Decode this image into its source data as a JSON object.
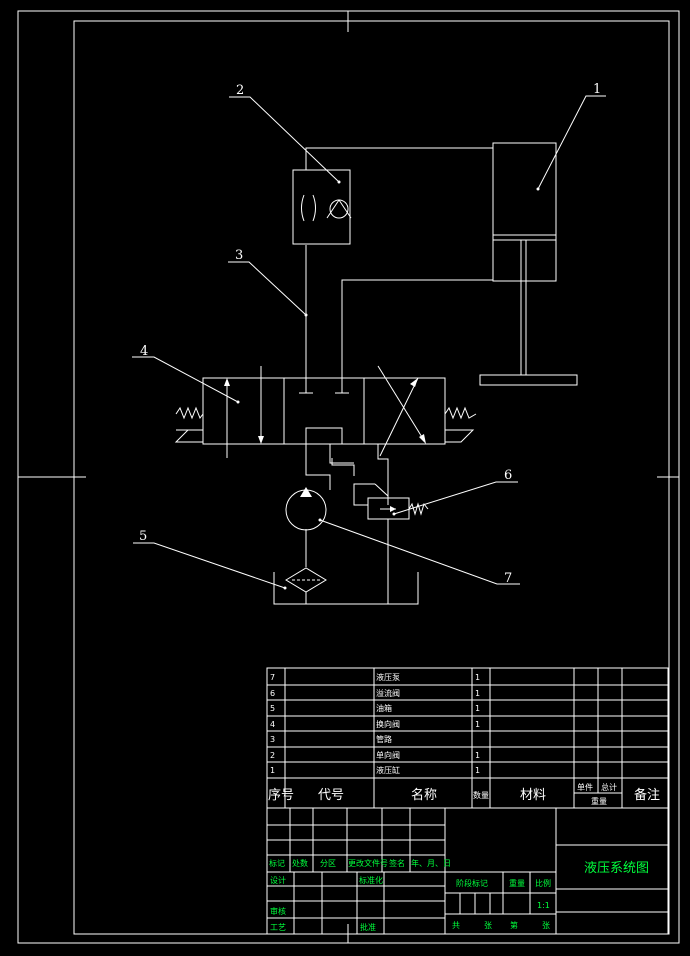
{
  "balloons": [
    "1",
    "2",
    "3",
    "4",
    "5",
    "6",
    "7"
  ],
  "parts_list": {
    "rows": [
      {
        "no": "7",
        "name": "液压泵",
        "qty": "1"
      },
      {
        "no": "6",
        "name": "溢流阀",
        "qty": "1"
      },
      {
        "no": "5",
        "name": "油箱",
        "qty": "1"
      },
      {
        "no": "4",
        "name": "换向阀",
        "qty": "1"
      },
      {
        "no": "3",
        "name": "管路",
        "qty": ""
      },
      {
        "no": "2",
        "name": "单向阀",
        "qty": "1"
      },
      {
        "no": "1",
        "name": "液压缸",
        "qty": "1"
      }
    ],
    "headers": {
      "no": "序号",
      "code": "代号",
      "name": "名称",
      "qty": "数量",
      "material": "材料",
      "unit_weight_a": "单件",
      "total_weight_a": "总计",
      "weight": "重量",
      "remarks": "备注"
    }
  },
  "title_block": {
    "drawing_title": "液压系统图",
    "revision_headers": [
      "标记",
      "处数",
      "分区",
      "更改文件号",
      "签名",
      "年、月、日"
    ],
    "design": "设计",
    "standardization": "标准化",
    "check": "审核",
    "process": "工艺",
    "approve": "批准",
    "stage_mark": "阶段标记",
    "weight": "重量",
    "scale": "比例",
    "scale_value": "1:1",
    "sheets_total": "共",
    "sheets_unit1": "张",
    "sheets_page": "第",
    "sheets_unit2": "张"
  },
  "colors": {
    "background": "#000000",
    "lines": "#ffffff",
    "title_text": "#00ff3c"
  }
}
